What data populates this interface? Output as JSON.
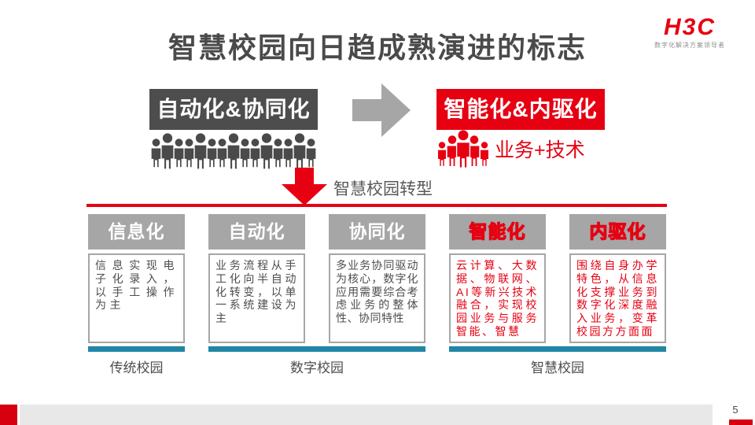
{
  "slide": {
    "title": "智慧校园向日趋成熟演进的标志",
    "page_number": "5"
  },
  "logo": {
    "text": "H3C",
    "tagline": "数字化解决方案领导者"
  },
  "flow": {
    "left_box_label": "自动化&协同化",
    "right_box_label": "智能化&内驱化",
    "right_caption": "业务+技术",
    "transform_label": "智慧校园转型"
  },
  "columns": [
    {
      "header": "信息化",
      "body": "信息实现电子化录入，以手工操作为主",
      "text_style": "gray"
    },
    {
      "header": "自动化",
      "body": "业务流程从手工化向半自动化转变，以单一系统建设为主",
      "text_style": "gray"
    },
    {
      "header": "协同化",
      "body": "多业务协同驱动为核心，数字化应用需要综合考虑业务的整体性、协同特性",
      "text_style": "gray"
    },
    {
      "header": "智能化",
      "body": "云计算、大数据、物联网、AI等新兴技术融合，实现校园业务与服务智能、智慧",
      "text_style": "red"
    },
    {
      "header": "内驱化",
      "body": "围绕自身办学特色，从信息化支撑业务到数字化深度融入业务，变革校园方方面面",
      "text_style": "red"
    }
  ],
  "stages": [
    {
      "label": "传统校园"
    },
    {
      "label": "数字校园"
    },
    {
      "label": "智慧校园"
    }
  ],
  "icons": {
    "right_arrow": "gray right arrow between flow boxes",
    "down_arrow": "red down arrow for transformation",
    "people_group": "five groups of three dark-gray people",
    "people_crowd": "red crowd of five people"
  },
  "colors": {
    "brand_red": "#e60012",
    "dark_gray_box": "#4d4d4d",
    "header_gray": "#a6a6a6",
    "teal_bar": "#2186a5",
    "footer_gray": "#e8e8e8",
    "title_text": "#4a4a4a"
  }
}
